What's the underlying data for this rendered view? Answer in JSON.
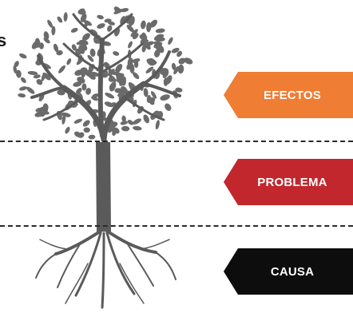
{
  "header": {
    "cut_text": "s"
  },
  "labels": {
    "effects": "EFECTOS",
    "problem": "PROBLEMA",
    "cause": "CAUSA"
  },
  "colors": {
    "effects": "#ef7d34",
    "problem": "#c1272d",
    "cause": "#0d0d0d",
    "tree": "#5a5a5a",
    "leaf": "#6b6b6b"
  },
  "icons": {
    "tree": "tree-illustration-icon"
  }
}
